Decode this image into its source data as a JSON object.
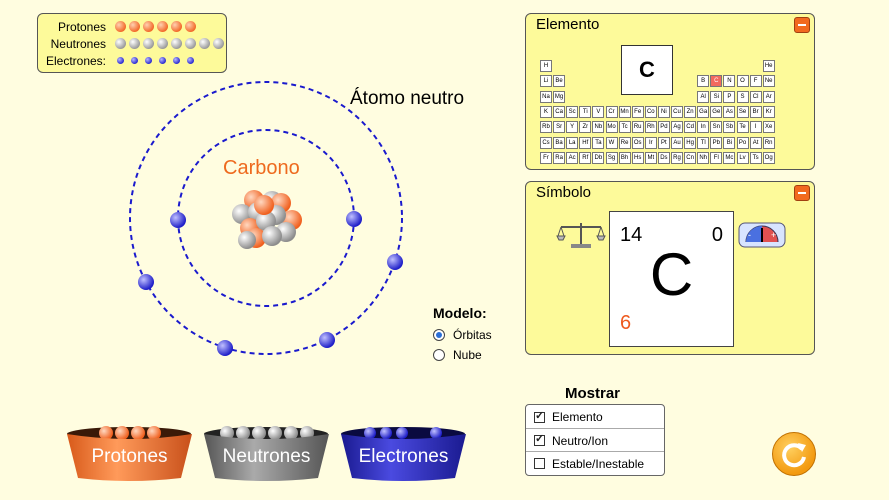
{
  "legend": {
    "protons_label": "Protones",
    "neutrons_label": "Neutrones",
    "electrons_label": "Electrones:",
    "protons_count": 6,
    "neutrons_count": 8,
    "electrons_count": 6
  },
  "atom": {
    "title": "Átomo neutro",
    "element_name": "Carbono"
  },
  "model": {
    "title": "Modelo:",
    "options": [
      "Órbitas",
      "Nube"
    ],
    "selected": "Órbitas"
  },
  "element_panel": {
    "title": "Elemento",
    "selected_symbol": "C",
    "table_symbols": [
      "H",
      "He",
      "Li",
      "Be",
      "B",
      "C",
      "N",
      "O",
      "F",
      "Ne",
      "Na",
      "Mg",
      "Al",
      "Si",
      "P",
      "S",
      "Cl",
      "Ar",
      "K",
      "Ca",
      "Sc",
      "Ti",
      "V",
      "Cr",
      "Mn",
      "Fe",
      "Co",
      "Ni",
      "Cu",
      "Zn",
      "Ga",
      "Ge",
      "As",
      "Se",
      "Br",
      "Kr",
      "Rb",
      "Sr",
      "Y",
      "Zr",
      "Nb",
      "Mo",
      "Tc",
      "Ru",
      "Rh",
      "Pd",
      "Ag",
      "Cd",
      "In",
      "Sn",
      "Sb",
      "Te",
      "I",
      "Xe",
      "Cs",
      "Ba",
      "La",
      "Hf",
      "Ta",
      "W",
      "Re",
      "Os",
      "Ir",
      "Pt",
      "Au",
      "Hg",
      "Tl",
      "Pb",
      "Bi",
      "Po",
      "At",
      "Rn",
      "Fr",
      "Ra",
      "Ac",
      "Rf",
      "Db",
      "Sg",
      "Bh",
      "Hs",
      "Mt",
      "Ds",
      "Rg",
      "Cn",
      "Nh",
      "Fl",
      "Mc",
      "Lv",
      "Ts",
      "Og"
    ]
  },
  "symbol_panel": {
    "title": "Símbolo",
    "mass_number": "14",
    "charge": "0",
    "symbol": "C",
    "atomic_number": "6"
  },
  "mostrar": {
    "title": "Mostrar",
    "items": [
      {
        "label": "Elemento",
        "checked": true
      },
      {
        "label": "Neutro/Ion",
        "checked": true
      },
      {
        "label": "Estable/Inestable",
        "checked": false
      }
    ]
  },
  "buckets": {
    "protons": "Protones",
    "neutrons": "Neutrones",
    "electrons": "Electrones"
  },
  "colors": {
    "proton": "#f26a2a",
    "neutron": "#9a9a9a",
    "electron": "#2a2ad0",
    "panel_bg": "#fdfa9a",
    "accent_orange": "#ee6a1e"
  }
}
